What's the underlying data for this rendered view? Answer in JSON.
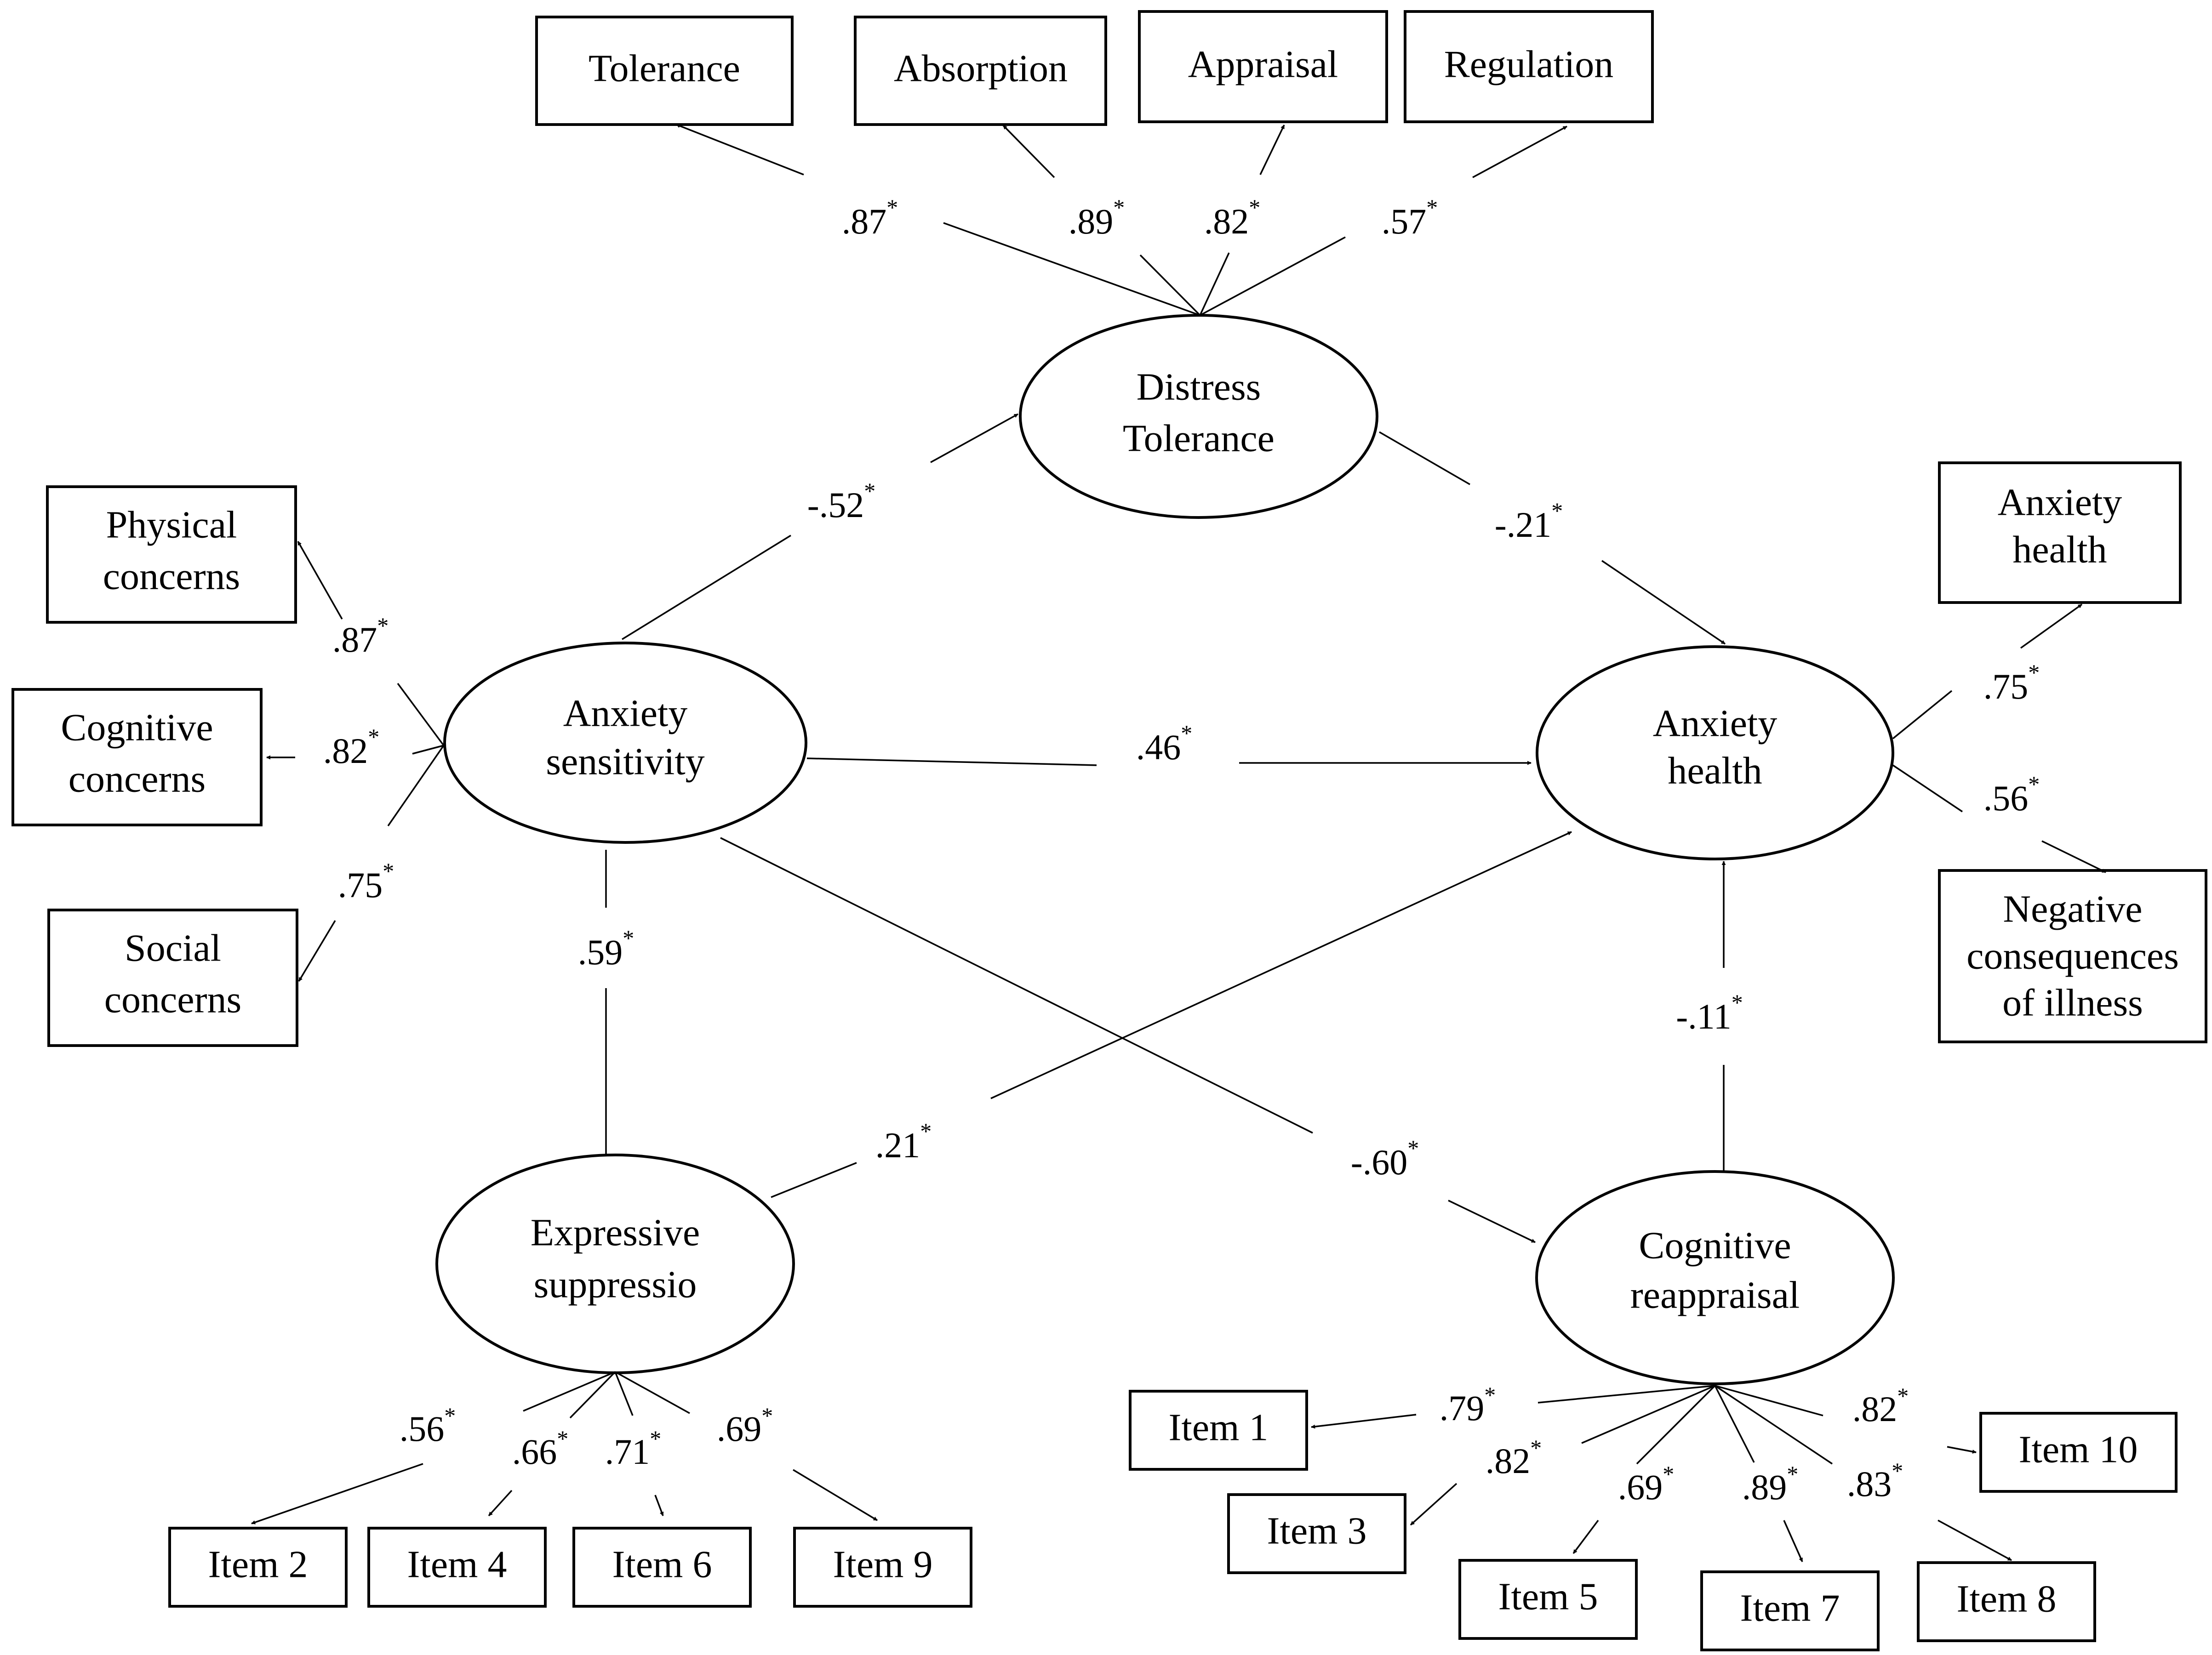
{
  "latents": {
    "distress_tolerance": [
      "Distress",
      "Tolerance"
    ],
    "anxiety_sensitivity": [
      "Anxiety",
      "sensitivity"
    ],
    "anxiety_health": [
      "Anxiety",
      "health"
    ],
    "expressive_suppression": [
      "Expressive",
      "suppressio"
    ],
    "cognitive_reappraisal": [
      "Cognitive",
      "reappraisal"
    ]
  },
  "indicators": {
    "tolerance": [
      "Tolerance"
    ],
    "absorption": [
      "Absorption"
    ],
    "appraisal": [
      "Appraisal"
    ],
    "regulation": [
      "Regulation"
    ],
    "physical_concerns": [
      "Physical",
      "concerns"
    ],
    "cognitive_concerns": [
      "Cognitive",
      "concerns"
    ],
    "social_concerns": [
      "Social",
      "concerns"
    ],
    "anxiety_health_ind": [
      "Anxiety",
      "health"
    ],
    "negative_consequences": [
      "Negative",
      "consequences",
      "of illness"
    ],
    "item2": [
      "Item 2"
    ],
    "item4": [
      "Item 4"
    ],
    "item6": [
      "Item 6"
    ],
    "item9": [
      "Item 9"
    ],
    "item1": [
      "Item 1"
    ],
    "item3": [
      "Item 3"
    ],
    "item5": [
      "Item 5"
    ],
    "item7": [
      "Item 7"
    ],
    "item8": [
      "Item 8"
    ],
    "item10": [
      "Item 10"
    ]
  },
  "loadings": {
    "tolerance": ".87",
    "absorption": ".89",
    "appraisal": ".82",
    "regulation": ".57",
    "physical_concerns": ".87",
    "cognitive_concerns": ".82",
    "social_concerns": ".75",
    "anxiety_health_ind": ".75",
    "negative_consequences": ".56",
    "item2": ".56",
    "item4": ".66",
    "item6": ".71",
    "item9": ".69",
    "item1": ".79",
    "item3": ".82",
    "item5": ".69",
    "item7": ".89",
    "item8": ".83",
    "item10": ".82"
  },
  "paths": {
    "as_to_dt": "-.52",
    "dt_to_ah": "-.21",
    "as_to_ah": ".46",
    "as_to_es": ".59",
    "es_to_ah": ".21",
    "as_to_cr": "-.60",
    "cr_to_ah": "-.11"
  },
  "significance_marker": "*"
}
